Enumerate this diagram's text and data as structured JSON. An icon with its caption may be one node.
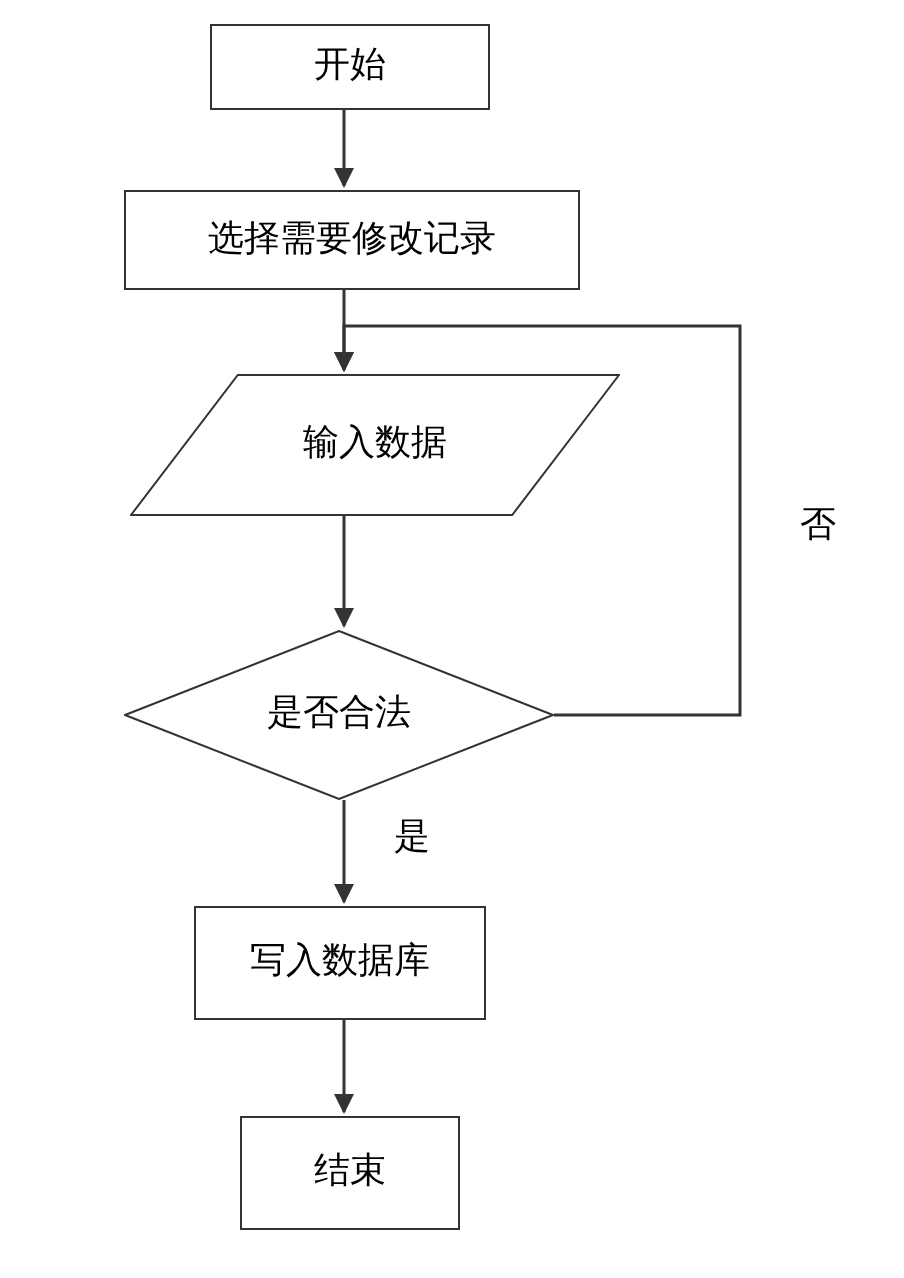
{
  "diagram": {
    "nodes": [
      {
        "text": [
          "开始"
        ]
      },
      {
        "text": [
          "选择需要修改记录"
        ]
      },
      {
        "text": [
          "输入数据"
        ]
      },
      {
        "text": [
          "是否合法"
        ]
      },
      {
        "text": [
          "写入数据库"
        ]
      },
      {
        "text": [
          "结束"
        ]
      }
    ],
    "edges": [
      {
        "from": 0,
        "to": 1,
        "arrow": "to"
      },
      {
        "from": 1,
        "to": 2,
        "arrow": "to"
      },
      {
        "from": 2,
        "to": 3,
        "arrow": "to"
      },
      {
        "from": 3,
        "to": 2,
        "arrow": "to",
        "label": "否"
      },
      {
        "from": 3,
        "to": 4,
        "arrow": "to",
        "label": "是"
      },
      {
        "from": 4,
        "to": 5,
        "arrow": "to"
      }
    ]
  }
}
